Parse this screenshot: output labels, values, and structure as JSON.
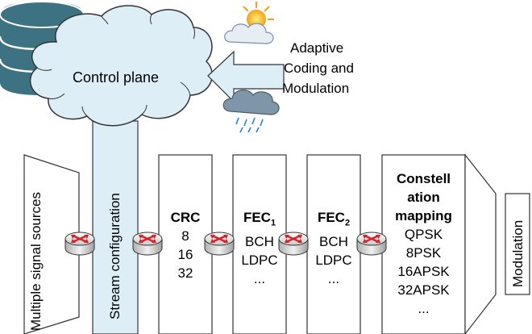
{
  "control_plane": {
    "label": "Control plane"
  },
  "acm": {
    "line1": "Adaptive",
    "line2": "Coding and",
    "line3": "Modulation"
  },
  "sources": {
    "label": "Multiple signal sources"
  },
  "stream": {
    "label": "Stream configuration"
  },
  "modulation": {
    "label": "Modulation"
  },
  "blocks": {
    "crc": {
      "title": "CRC",
      "items": [
        "8",
        "16",
        "32"
      ]
    },
    "fec1": {
      "title": "FEC",
      "sub": "1",
      "items": [
        "BCH",
        "LDPC",
        "..."
      ]
    },
    "fec2": {
      "title": "FEC",
      "sub": "2",
      "items": [
        "BCH",
        "LDPC",
        "..."
      ]
    },
    "constellation": {
      "title_lines": [
        "Constell",
        "ation",
        "mapping"
      ],
      "items": [
        "QPSK",
        "8PSK",
        "16APSK",
        "32APSK",
        "..."
      ]
    }
  },
  "colors": {
    "cloud_fill": "#ddeef6",
    "stream_fill": "#ddeef6",
    "database_fill": "#3d7283",
    "router_x": "#d6232a"
  },
  "icons": [
    "database-icon",
    "sun-cloud-icon",
    "rain-cloud-icon",
    "router-icon"
  ]
}
